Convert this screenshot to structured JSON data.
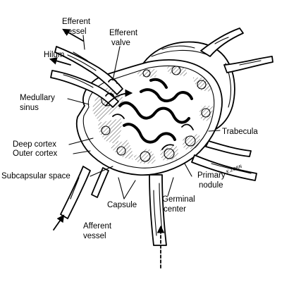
{
  "labels": {
    "efferent_vessel": [
      "Efferent",
      "vessel"
    ],
    "efferent_valve": [
      "Efferent",
      "valve"
    ],
    "hilum": "Hilum",
    "medullary_sinus": [
      "Medullary",
      "sinus"
    ],
    "deep_cortex": "Deep cortex",
    "outer_cortex": "Outer cortex",
    "subcapsular_space": "Subcapsular space",
    "afferent_vessel": [
      "Afferent",
      "vessel"
    ],
    "capsule": "Capsule",
    "germinal_center": [
      "Germinal",
      "center"
    ],
    "primary_nodule": [
      "Primary",
      "nodule"
    ],
    "trabecula": "Trabecula",
    "signature": "K.ZORN"
  }
}
